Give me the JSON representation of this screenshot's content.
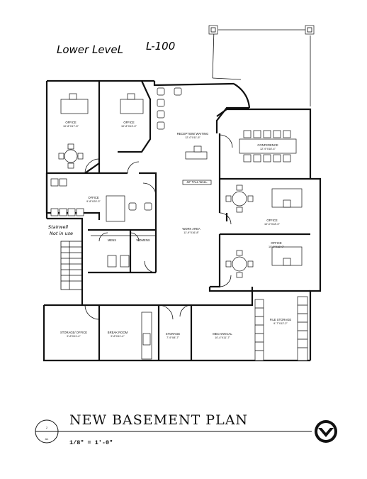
{
  "annotation": {
    "level_label": "Lower LeveL",
    "level_code": "L-100",
    "stairwell_note_1": "Stairwell",
    "stairwell_note_2": "Not in use"
  },
  "rooms": {
    "office_1": {
      "name": "OFFICE",
      "dims": "10'-8\"X17'-5\""
    },
    "office_2": {
      "name": "OFFICE",
      "dims": "10'-8\"X13'-0\""
    },
    "reception": {
      "name": "RECEPTION/ WAITING",
      "dims": "12'-0\"X11'-5\""
    },
    "conference": {
      "name": "CONFERENCE",
      "dims": "12'-9\"X18'-4\""
    },
    "office_3": {
      "name": "OFFICE",
      "dims": "9'-8\"X20'-3\""
    },
    "tall_wall": {
      "name": "42\" TALL WALL"
    },
    "office_4": {
      "name": "OFFICE",
      "dims": "10'-0\"X18'-0\""
    },
    "work_area": {
      "name": "WORK AREA",
      "dims": "11'-9\"X16'-8\""
    },
    "mens": {
      "name": "MENS"
    },
    "womens": {
      "name": "WOMENS"
    },
    "office_5": {
      "name": "OFFICE",
      "dims": "10'-0\"X18'-0\""
    },
    "storage_office": {
      "name": "STORAGE/ OFFICE",
      "dims": "9'-8\"X11'-4\""
    },
    "break_room": {
      "name": "BREAK ROOM",
      "dims": "9'-8\"X11'-4\""
    },
    "storage": {
      "name": "STORAGE",
      "dims": "7'-9\"X8'-7\""
    },
    "mechanical": {
      "name": "MECHANICAL",
      "dims": "10'-4\"X11'-7\""
    },
    "file_storage": {
      "name": "FILE STORAGE",
      "dims": "9'-7\"X12'-2\""
    }
  },
  "title_block": {
    "detail_number": "2",
    "sheet_number": "A1",
    "title": "NEW BASEMENT PLAN",
    "scale": "1/8\" = 1'-0\""
  }
}
